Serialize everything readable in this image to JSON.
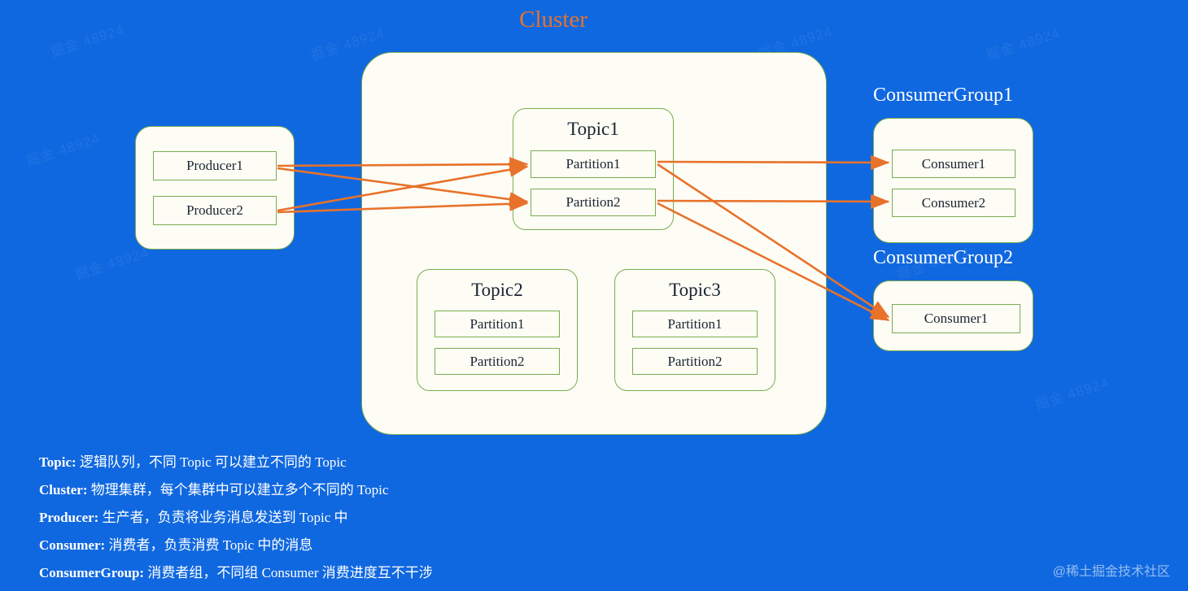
{
  "title": "Cluster",
  "colors": {
    "background": "#1068e0",
    "accent": "#e8722a",
    "box_border": "#7cab4f",
    "box_fill": "#fdfdf6",
    "text": "#1b2430",
    "caption": "#ffffff"
  },
  "producer_group": {
    "producers": [
      {
        "label": "Producer1"
      },
      {
        "label": "Producer2"
      }
    ]
  },
  "cluster": {
    "topics": [
      {
        "name": "Topic1",
        "partitions": [
          {
            "label": "Partition1"
          },
          {
            "label": "Partition2"
          }
        ]
      },
      {
        "name": "Topic2",
        "partitions": [
          {
            "label": "Partition1"
          },
          {
            "label": "Partition2"
          }
        ]
      },
      {
        "name": "Topic3",
        "partitions": [
          {
            "label": "Partition1"
          },
          {
            "label": "Partition2"
          }
        ]
      }
    ]
  },
  "consumer_groups": [
    {
      "caption": "ConsumerGroup1",
      "consumers": [
        {
          "label": "Consumer1"
        },
        {
          "label": "Consumer2"
        }
      ]
    },
    {
      "caption": "ConsumerGroup2",
      "consumers": [
        {
          "label": "Consumer1"
        }
      ]
    }
  ],
  "legend": [
    {
      "term": "Topic:",
      "desc": "逻辑队列，不同 Topic 可以建立不同的 Topic"
    },
    {
      "term": "Cluster:",
      "desc": "物理集群，每个集群中可以建立多个不同的 Topic"
    },
    {
      "term": "Producer:",
      "desc": "生产者，负责将业务消息发送到 Topic 中"
    },
    {
      "term": "Consumer:",
      "desc": "消费者，负责消费 Topic 中的消息"
    },
    {
      "term": "ConsumerGroup:",
      "desc": "消费者组，不同组 Consumer 消费进度互不干涉"
    }
  ],
  "watermark": "@稀土掘金技术社区",
  "background_marks": [
    "掘金 48924",
    "掘金 48924",
    "掘金 48924",
    "掘金 48924",
    "掘金 48924",
    "掘金 48924",
    "掘金 48924",
    "掘金 48924"
  ]
}
